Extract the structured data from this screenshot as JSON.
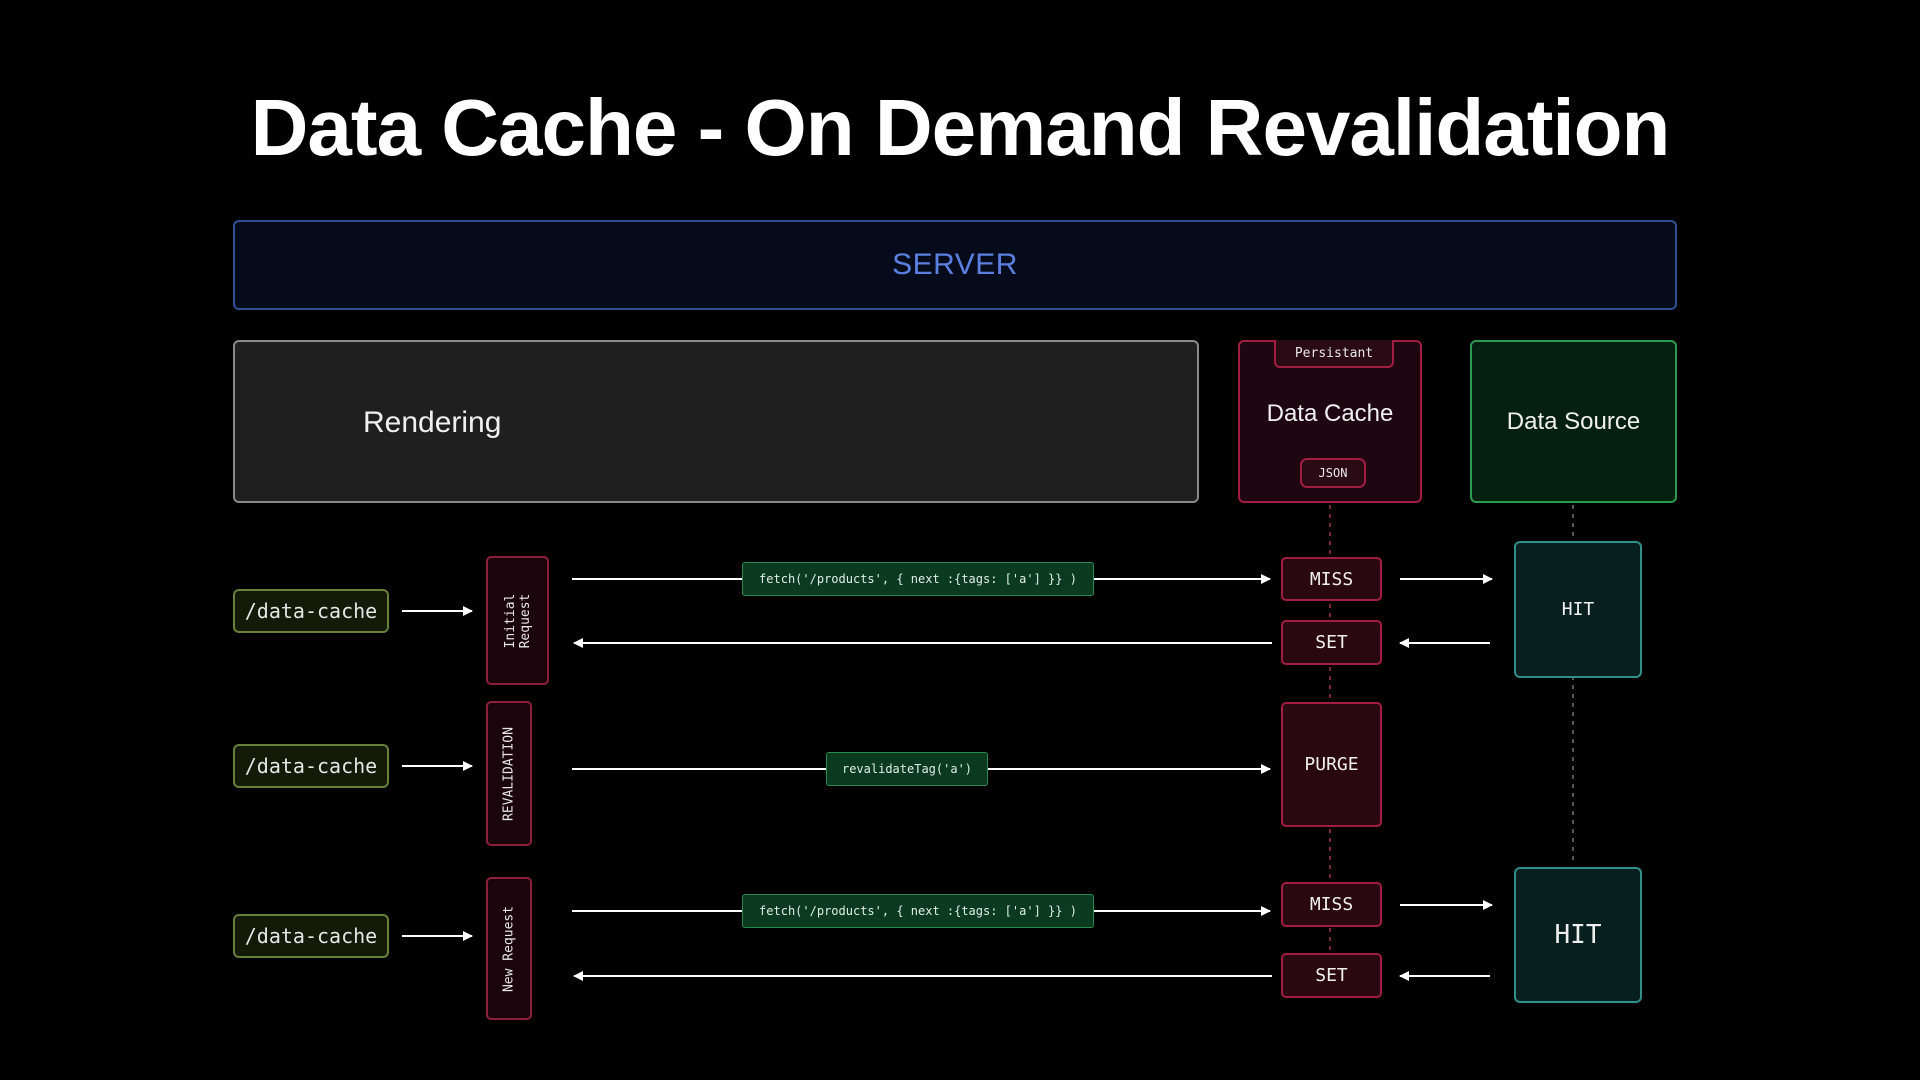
{
  "title": "Data Cache - On Demand Revalidation",
  "server": {
    "label": "SERVER"
  },
  "rendering": {
    "label": "Rendering"
  },
  "data_cache": {
    "label": "Data Cache",
    "badge_top": "Persistant",
    "badge_bottom": "JSON"
  },
  "data_source": {
    "label": "Data Source"
  },
  "rows": [
    {
      "route": "/data-cache",
      "phase": "Initial Request",
      "phase_lines": [
        "Initial",
        "Request"
      ],
      "request_code": "fetch('/products', { next :{tags: ['a'] }} )",
      "cache_status_1": "MISS",
      "cache_status_2": "SET",
      "source_status": "HIT"
    },
    {
      "route": "/data-cache",
      "phase": "REVALIDATION",
      "request_code": "revalidateTag('a')",
      "cache_status_1": "PURGE"
    },
    {
      "route": "/data-cache",
      "phase": "New Request",
      "request_code": "fetch('/products', { next :{tags: ['a'] }} )",
      "cache_status_1": "MISS",
      "cache_status_2": "SET",
      "source_status": "HIT"
    }
  ],
  "colors": {
    "server_border": "#2f4f95",
    "server_text": "#5b7fe0",
    "cache_border": "#a11e42",
    "source_border": "#2a9a4e",
    "route_border": "#66823a",
    "code_bg": "#0b3a20",
    "hit_border": "#2f8f8a"
  }
}
